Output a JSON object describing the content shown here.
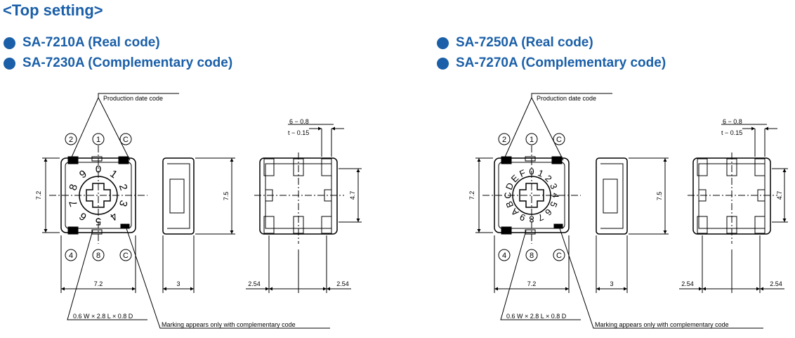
{
  "title": "<Top setting>",
  "left": {
    "model1": "SA-7210A (Real code)",
    "model2": "SA-7230A (Complementary code)",
    "dial_digits": [
      "0",
      "1",
      "2",
      "3",
      "4",
      "5",
      "6",
      "7",
      "8",
      "9"
    ]
  },
  "right": {
    "model1": "SA-7250A (Real code)",
    "model2": "SA-7270A (Complementary code)",
    "dial_digits": [
      "0",
      "1",
      "2",
      "3",
      "4",
      "5",
      "6",
      "7",
      "8",
      "9",
      "A",
      "B",
      "C",
      "D",
      "E",
      "F"
    ]
  },
  "labels": {
    "production_date_code": "Production date code",
    "pad_dims": "0.6 W × 2.8 L × 0.8 D",
    "marking_note": "Marking appears only with complementary code",
    "pin_2": "2",
    "pin_1": "1",
    "pin_4": "4",
    "pin_8": "8",
    "pin_c": "C",
    "dim_7_2_height": "7.2",
    "dim_7_2_width": "7.2",
    "dim_7_5": "7.5",
    "dim_4_7": "4.7",
    "dim_3": "3",
    "dim_2_54": "2.54",
    "dim_6_0_8": "6 − 0.8",
    "dim_t_0_15": "t − 0.15"
  }
}
